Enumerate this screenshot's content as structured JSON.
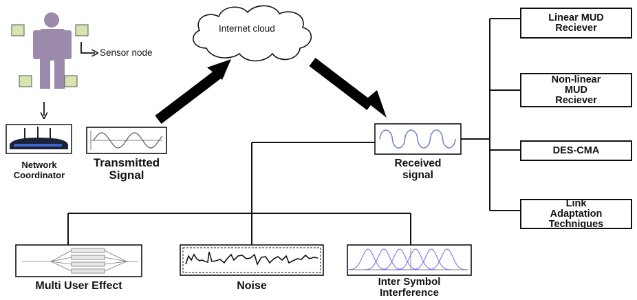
{
  "sensor_node_label": "Sensor node",
  "cloud_label": "Internet cloud",
  "network_coordinator_label": [
    "Network",
    "Coordinator"
  ],
  "transmitted_label": [
    "Transmitted",
    "Signal"
  ],
  "received_label": [
    "Received",
    "signal"
  ],
  "receivers": [
    [
      "Linear MUD",
      "Reciever"
    ],
    [
      "Non-linear",
      "MUD",
      "Reciever"
    ],
    [
      "DES-CMA"
    ],
    [
      "Link",
      "Adaptation",
      "Techniques"
    ]
  ],
  "effects": {
    "multi_user": "Multi User Effect",
    "noise": "Noise",
    "isi": [
      "Inter Symbol",
      "Interference"
    ]
  },
  "colors": {
    "body": "#9b8aac",
    "sensor": "#d6e5b0",
    "signal": "#7a84c6",
    "isi_curves": "#6c6ce0",
    "line": "#111111"
  }
}
